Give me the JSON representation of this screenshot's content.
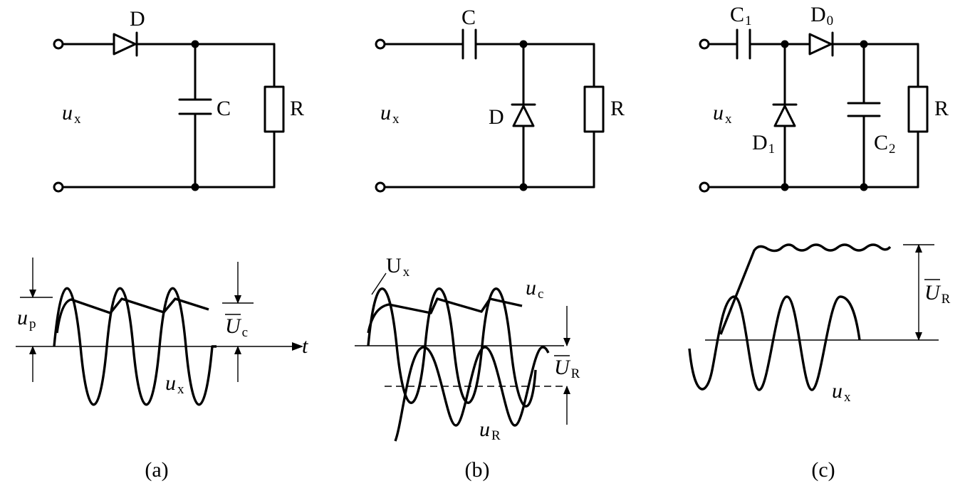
{
  "panels": {
    "a": {
      "caption": "(a)",
      "circuit": {
        "input": "u",
        "input_sub": "x",
        "diode": "D",
        "capacitor": "C",
        "resistor": "R"
      },
      "waveform": {
        "peak": "u",
        "peak_sub": "p",
        "mean": "U",
        "mean_sub": "c",
        "time_axis": "t",
        "input": "u",
        "input_sub": "x"
      }
    },
    "b": {
      "caption": "(b)",
      "circuit": {
        "input": "u",
        "input_sub": "x",
        "capacitor": "C",
        "diode": "D",
        "resistor": "R"
      },
      "waveform": {
        "amplitude": "U",
        "amplitude_sub": "x",
        "cap_voltage": "u",
        "cap_voltage_sub": "c",
        "mean": "U",
        "mean_sub": "R",
        "output": "u",
        "output_sub": "R"
      }
    },
    "c": {
      "caption": "(c)",
      "circuit": {
        "input": "u",
        "input_sub": "x",
        "c1": "C",
        "c1_sub": "1",
        "d0": "D",
        "d0_sub": "0",
        "d1": "D",
        "d1_sub": "1",
        "c2": "C",
        "c2_sub": "2",
        "resistor": "R"
      },
      "waveform": {
        "mean": "U",
        "mean_sub": "R",
        "input": "u",
        "input_sub": "x"
      }
    }
  }
}
